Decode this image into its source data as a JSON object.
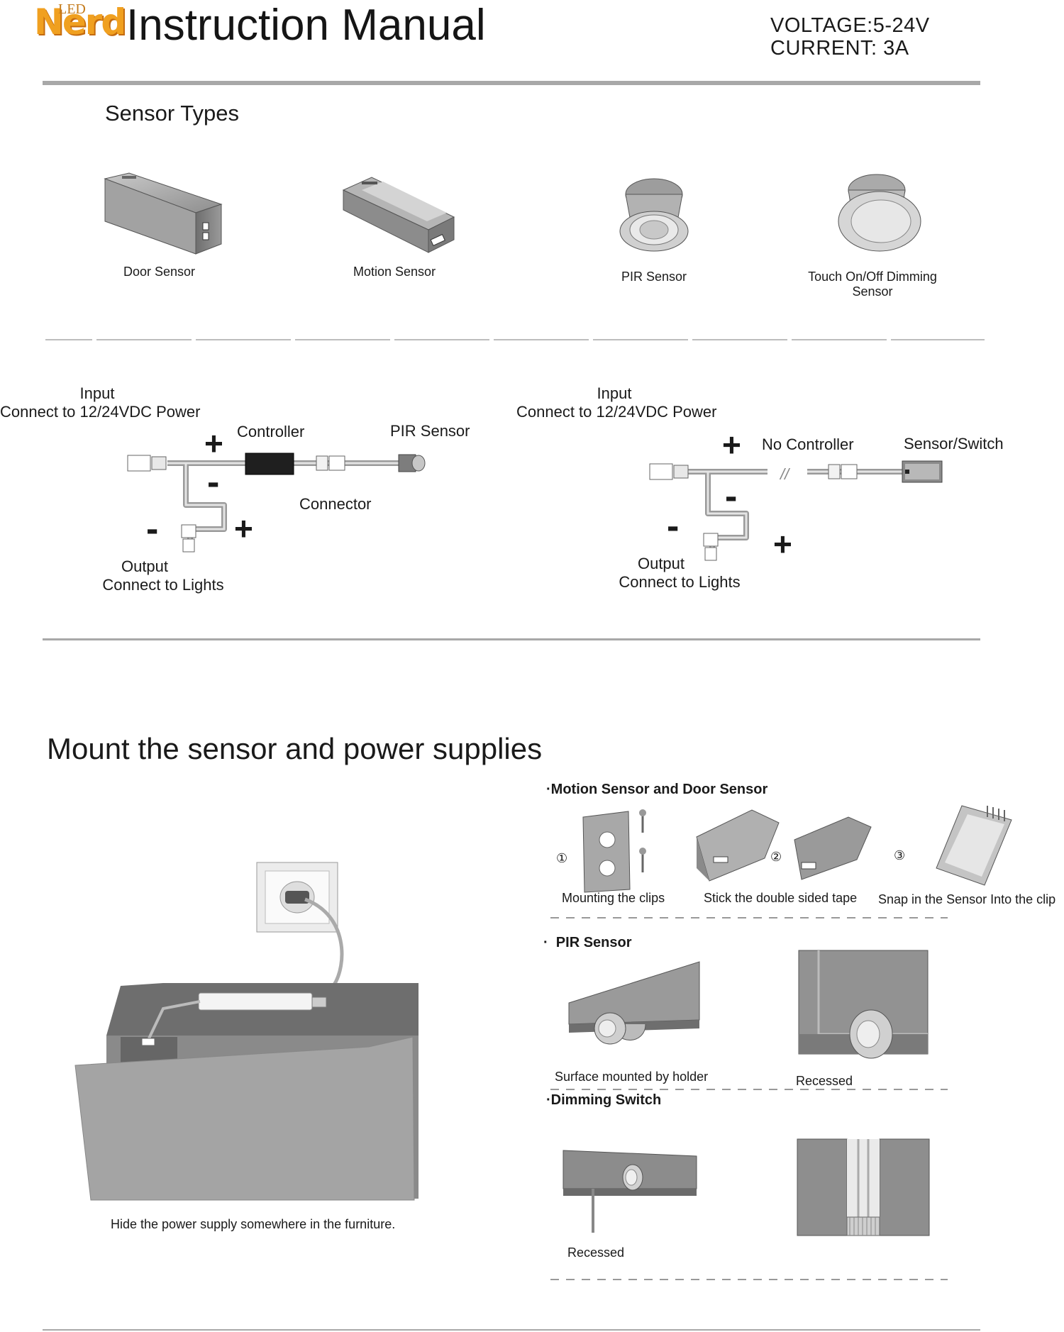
{
  "header": {
    "logo_small": "LED",
    "logo_word": "Nerd",
    "title": "Instruction Manual",
    "voltage": "VOLTAGE:5-24V",
    "current": "CURRENT: 3A"
  },
  "sensor_types": {
    "heading": "Sensor Types",
    "items": [
      {
        "label": "Door Sensor"
      },
      {
        "label": "Motion Sensor"
      },
      {
        "label": "PIR Sensor"
      },
      {
        "label": "Touch On/Off Dimming",
        "label2": "Sensor"
      }
    ]
  },
  "wiring": {
    "left": {
      "input_title": "Input",
      "input_sub": "Connect to 12/24VDC Power",
      "controller": "Controller",
      "sensor": "PIR Sensor",
      "connector": "Connector",
      "output_title": "Output",
      "output_sub": "Connect to Lights",
      "plus": "+",
      "minus": "-"
    },
    "right": {
      "input_title": "Input",
      "input_sub": "Connect to 12/24VDC Power",
      "controller": "No Controller",
      "sensor": "Sensor/Switch",
      "output_title": "Output",
      "output_sub": "Connect to Lights",
      "plus": "+",
      "minus": "-",
      "break_mark": "//"
    }
  },
  "mount": {
    "heading": "Mount the sensor and power supplies",
    "furniture_caption": "Hide the power supply somewhere in the furniture.",
    "motion_door": {
      "heading": "Motion Sensor and Door Sensor",
      "steps": [
        {
          "num": "①",
          "label": "Mounting the clips"
        },
        {
          "num": "②",
          "label": "Stick the double sided tape"
        },
        {
          "num": "③",
          "label": "Snap in the Sensor Into the clip"
        }
      ]
    },
    "pir": {
      "heading": "PIR Sensor",
      "surface": "Surface mounted by holder",
      "recessed": "Recessed"
    },
    "dimming": {
      "heading": "Dimming Switch",
      "recessed": "Recessed"
    },
    "bullet": "·"
  }
}
